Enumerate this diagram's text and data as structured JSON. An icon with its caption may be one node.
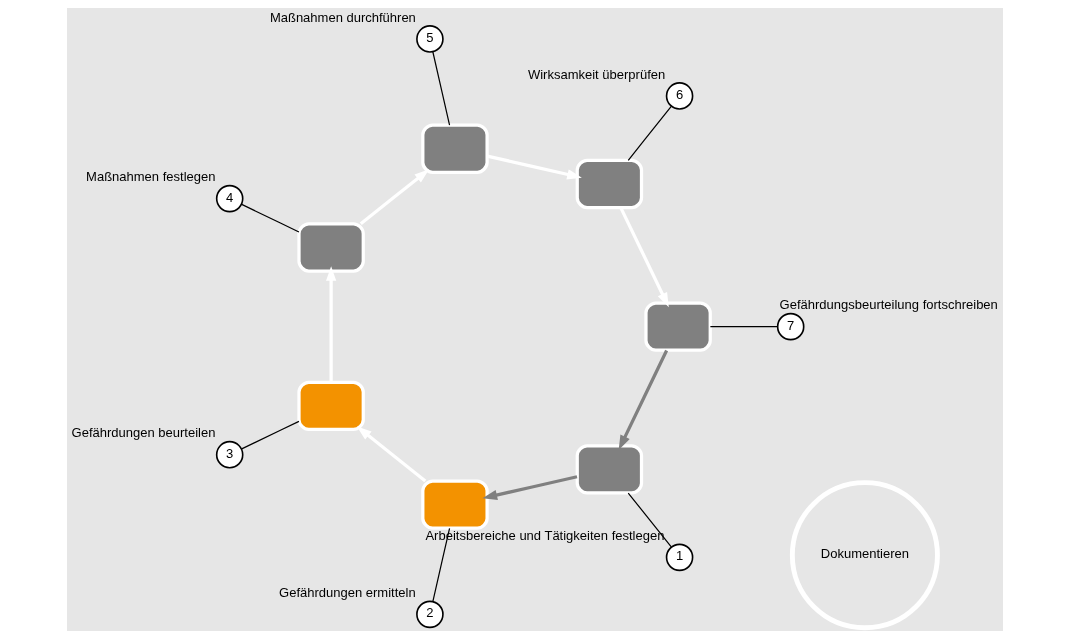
{
  "diagram": {
    "nodes": [
      {
        "text": [],
        "shape": "sector"
      },
      {
        "text": [],
        "shape": "sector"
      },
      {
        "text": [],
        "shape": "sector"
      },
      {
        "text": [],
        "shape": "sector"
      },
      {
        "text": [],
        "shape": "sector"
      },
      {
        "text": [],
        "shape": "sector"
      },
      {
        "text": [],
        "shape": "sector"
      },
      {
        "text": [
          "Dokumentieren"
        ]
      },
      {
        "text": [
          "1"
        ],
        "beside": [
          "Arbeitsbereiche und Tätigkeiten festlegen"
        ]
      },
      {
        "text": [
          "2"
        ],
        "beside": [
          "Gefährdungen ermitteln"
        ]
      },
      {
        "text": [
          "3"
        ],
        "beside": [
          "Gefährdungen beurteilen"
        ]
      },
      {
        "text": [
          "4"
        ],
        "beside": [
          "Maßnahmen festlegen"
        ]
      },
      {
        "text": [
          "5"
        ],
        "beside": [
          "Maßnahmen durchführen"
        ]
      },
      {
        "text": [
          "6"
        ],
        "beside": [
          "Wirksamkeit überprüfen"
        ]
      },
      {
        "text": [
          "7"
        ],
        "beside": [
          "Gefährdungsbeurteilung fortschreiben"
        ]
      }
    ],
    "edges": [
      {
        "from": 6,
        "to": 0,
        "arrow": "to",
        "style": "thick",
        "color": "#808080"
      },
      {
        "from": 0,
        "to": 1,
        "arrow": "to",
        "style": "thick",
        "color": "#808080"
      },
      {
        "from": 1,
        "to": 2,
        "arrow": "to",
        "style": "thick",
        "color": "#ffffff"
      },
      {
        "from": 2,
        "to": 3,
        "arrow": "to",
        "style": "thick",
        "color": "#ffffff"
      },
      {
        "from": 3,
        "to": 4,
        "arrow": "to",
        "style": "thick",
        "color": "#ffffff"
      },
      {
        "from": 4,
        "to": 5,
        "arrow": "to",
        "style": "thick",
        "color": "#ffffff"
      },
      {
        "from": 5,
        "to": 6,
        "arrow": "to",
        "style": "thick",
        "color": "#ffffff"
      },
      {
        "from": 8,
        "to": 0,
        "arrow": "none"
      },
      {
        "from": 9,
        "to": 1,
        "arrow": "none"
      },
      {
        "from": 10,
        "to": 2,
        "arrow": "none"
      },
      {
        "from": 11,
        "to": 3,
        "arrow": "none"
      },
      {
        "from": 12,
        "to": 4,
        "arrow": "none"
      },
      {
        "from": 13,
        "to": 5,
        "arrow": "none"
      },
      {
        "from": 14,
        "to": 6,
        "arrow": "none"
      }
    ]
  }
}
